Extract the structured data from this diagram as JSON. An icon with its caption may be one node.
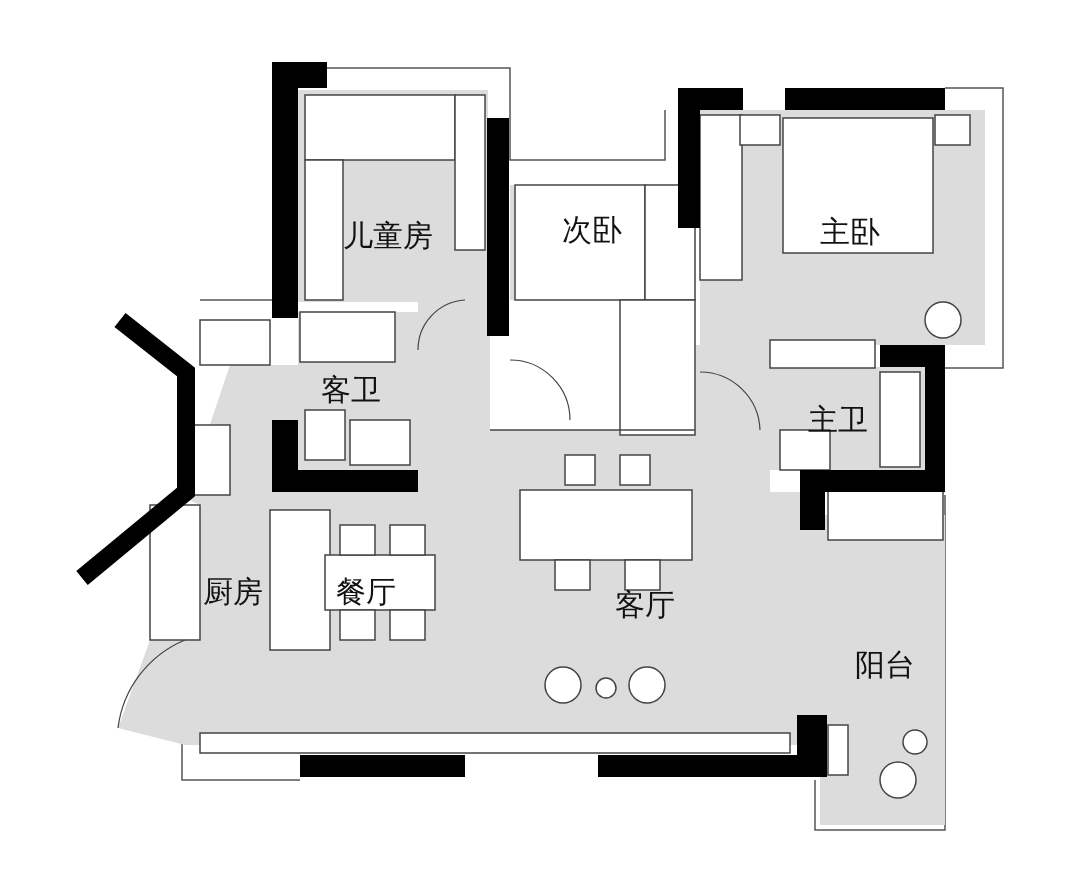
{
  "diagram": {
    "labels": [
      "儿童房",
      "次卧",
      "主卧",
      "客卫",
      "主卫",
      "厨房",
      "餐厅",
      "客厅",
      "阳台"
    ]
  }
}
